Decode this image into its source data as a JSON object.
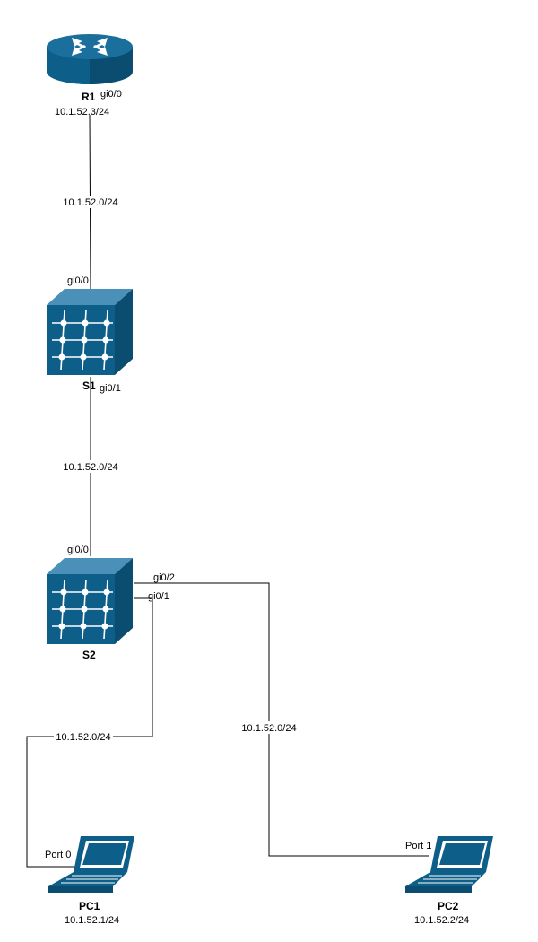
{
  "colors": {
    "device_fill": "#0d5f8a",
    "device_top": "#4a90b8",
    "device_side": "#0a4d70",
    "device_dark": "#063b57",
    "link": "#000000",
    "white": "#ffffff"
  },
  "devices": {
    "r1": {
      "name": "R1",
      "ip": "10.1.52.3/24",
      "icon": "router-icon"
    },
    "s1": {
      "name": "S1",
      "icon": "switch-icon"
    },
    "s2": {
      "name": "S2",
      "icon": "switch-icon"
    },
    "pc1": {
      "name": "PC1",
      "ip": "10.1.52.1/24",
      "icon": "laptop-icon"
    },
    "pc2": {
      "name": "PC2",
      "ip": "10.1.52.2/24",
      "icon": "laptop-icon"
    }
  },
  "ports": {
    "r1_gi0_0": "gi0/0",
    "s1_gi0_0": "gi0/0",
    "s1_gi0_1": "gi0/1",
    "s2_gi0_0": "gi0/0",
    "s2_gi0_2": "gi0/2",
    "s2_gi0_1": "gi0/1",
    "pc1_port": "Port 0",
    "pc2_port": "Port 1"
  },
  "links": {
    "r1_s1": "10.1.52.0/24",
    "s1_s2": "10.1.52.0/24",
    "s2_pc1": "10.1.52.0/24",
    "s2_pc2": "10.1.52.0/24"
  }
}
